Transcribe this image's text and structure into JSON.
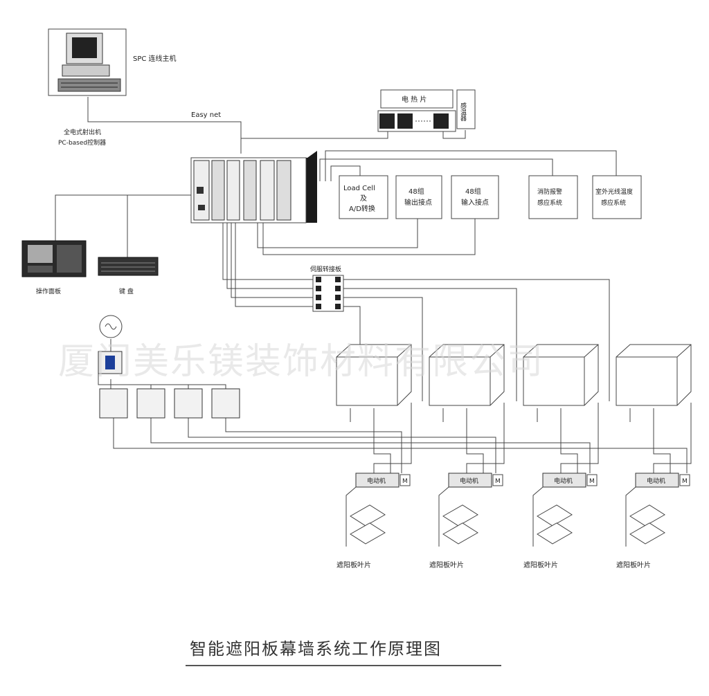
{
  "labels": {
    "spc_host": "SPC 连线主机",
    "easy_net": "Easy net",
    "controller_line1": "全电式射出机",
    "controller_line2": "PC-based控制器",
    "heater": "电 热 片",
    "temp_sensor": "感温器",
    "load_cell_1": "Load Cell",
    "load_cell_2": "及",
    "load_cell_3": "A/D转换",
    "out48_1": "48组",
    "out48_2": "输出接点",
    "in48_1": "48组",
    "in48_2": "输入接点",
    "fire_1": "消防报警",
    "fire_2": "感应系统",
    "light_1": "室外光线温度",
    "light_2": "感应系统",
    "op_panel": "操作面板",
    "keyboard": "键 盘",
    "servo_board": "伺服转接板",
    "motor": "电动机",
    "motor_m": "M",
    "louver": "遮阳板叶片"
  },
  "watermark": "厦门美乐镁装饰材料有限公司",
  "title": "智能遮阳板幕墙系统工作原理图"
}
